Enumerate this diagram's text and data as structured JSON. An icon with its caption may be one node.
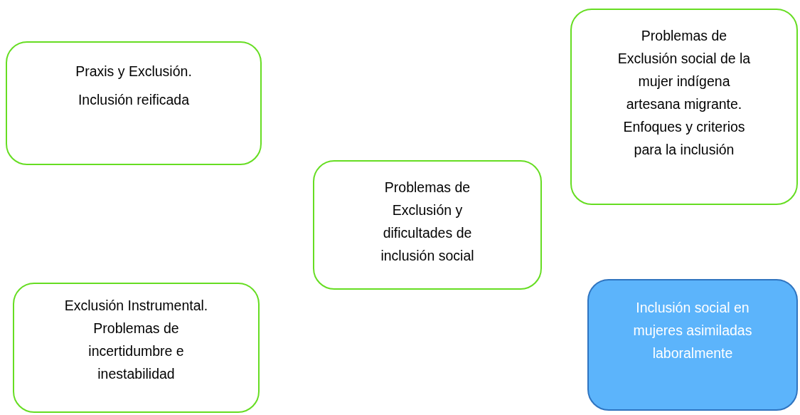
{
  "diagram": {
    "nodes": [
      {
        "text": [
          "Praxis y Exclusión.",
          "Inclusión reificada"
        ]
      },
      {
        "text": [
          "Problemas de Exclusión social de la mujer indígena artesana migrante. Enfoques y criterios para la inclusión"
        ]
      },
      {
        "text": [
          "Problemas de Exclusión y dificultades de inclusión social"
        ]
      },
      {
        "text": [
          "Exclusión Instrumental. Problemas de incertidumbre e inestabilidad"
        ]
      },
      {
        "text": [
          "Inclusión social en mujeres asimiladas laboralmente"
        ]
      }
    ]
  }
}
